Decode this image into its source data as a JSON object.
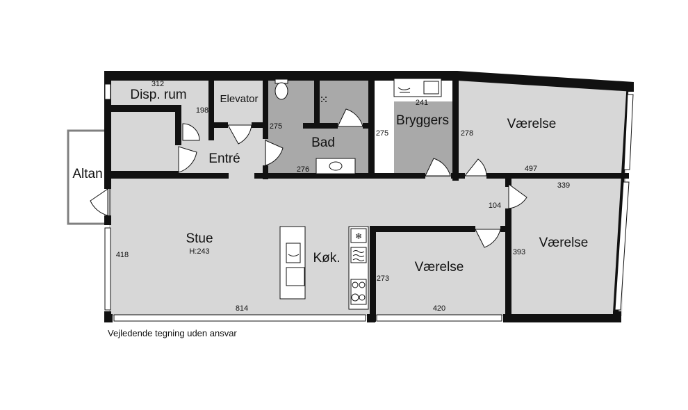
{
  "rooms": {
    "disp": "Disp. rum",
    "elevator": "Elevator",
    "entre": "Entré",
    "bad": "Bad",
    "bryggers": "Bryggers",
    "vaerelse_top": "Værelse",
    "vaerelse_right": "Værelse",
    "vaerelse_mid": "Værelse",
    "stue": "Stue",
    "stue_height": "H:243",
    "kok": "Køk.",
    "altan": "Altan"
  },
  "dimensions": {
    "disp_width": "312",
    "disp_depth": "198",
    "entre_depth": "275",
    "bad_width": "276",
    "bad_depth": "275",
    "bryggers_width": "241",
    "vaerelse_top_depth": "278",
    "vaerelse_top_width": "497",
    "vaerelse_right_width": "339",
    "corridor": "104",
    "vaerelse_right_depth": "393",
    "stue_depth": "418",
    "stue_width": "814",
    "vaerelse_mid_depth": "273",
    "vaerelse_mid_width": "420"
  },
  "footer": {
    "disclaimer": "Vejledende tegning uden ansvar"
  },
  "colors": {
    "wall": "#111111",
    "floor_light": "#d7d7d7",
    "floor_dark": "#a9a9a9",
    "window_frame": "#ffffff",
    "balcony_outline": "#808080"
  }
}
